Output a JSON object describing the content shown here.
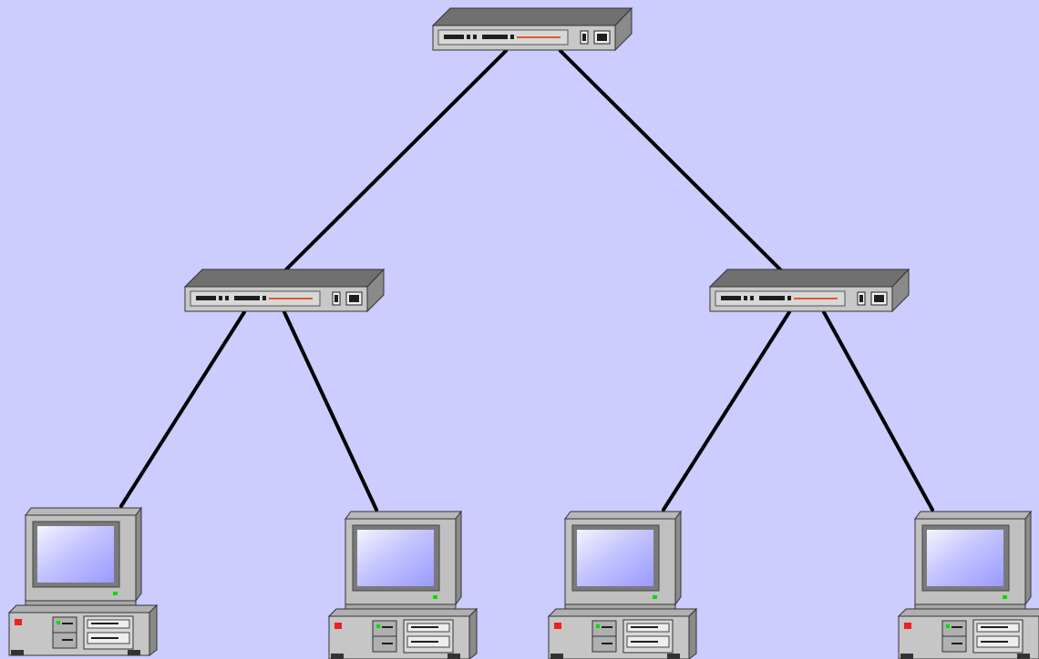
{
  "diagram": {
    "type": "network-topology",
    "background": "#ccccff",
    "link_color": "#000000",
    "device_colors": {
      "chassis_top": "#707070",
      "chassis_front": "#c8c8c8",
      "chassis_side": "#8a8a8a",
      "port_dark": "#1e1e1e",
      "led_orange": "#e05a2a",
      "screen_blue": "#9a9aff",
      "led_green": "#00dd00",
      "led_red": "#ee2020"
    },
    "nodes": [
      {
        "id": "hub-root",
        "kind": "hub",
        "icon": "network-hub-icon"
      },
      {
        "id": "hub-left",
        "kind": "hub",
        "icon": "network-hub-icon"
      },
      {
        "id": "hub-right",
        "kind": "hub",
        "icon": "network-hub-icon"
      },
      {
        "id": "pc-1",
        "kind": "computer",
        "icon": "desktop-computer-icon"
      },
      {
        "id": "pc-2",
        "kind": "computer",
        "icon": "desktop-computer-icon"
      },
      {
        "id": "pc-3",
        "kind": "computer",
        "icon": "desktop-computer-icon"
      },
      {
        "id": "pc-4",
        "kind": "computer",
        "icon": "desktop-computer-icon"
      }
    ],
    "links": [
      {
        "from": "hub-root",
        "to": "hub-left"
      },
      {
        "from": "hub-root",
        "to": "hub-right"
      },
      {
        "from": "hub-left",
        "to": "pc-1"
      },
      {
        "from": "hub-left",
        "to": "pc-2"
      },
      {
        "from": "hub-right",
        "to": "pc-3"
      },
      {
        "from": "hub-right",
        "to": "pc-4"
      }
    ]
  }
}
